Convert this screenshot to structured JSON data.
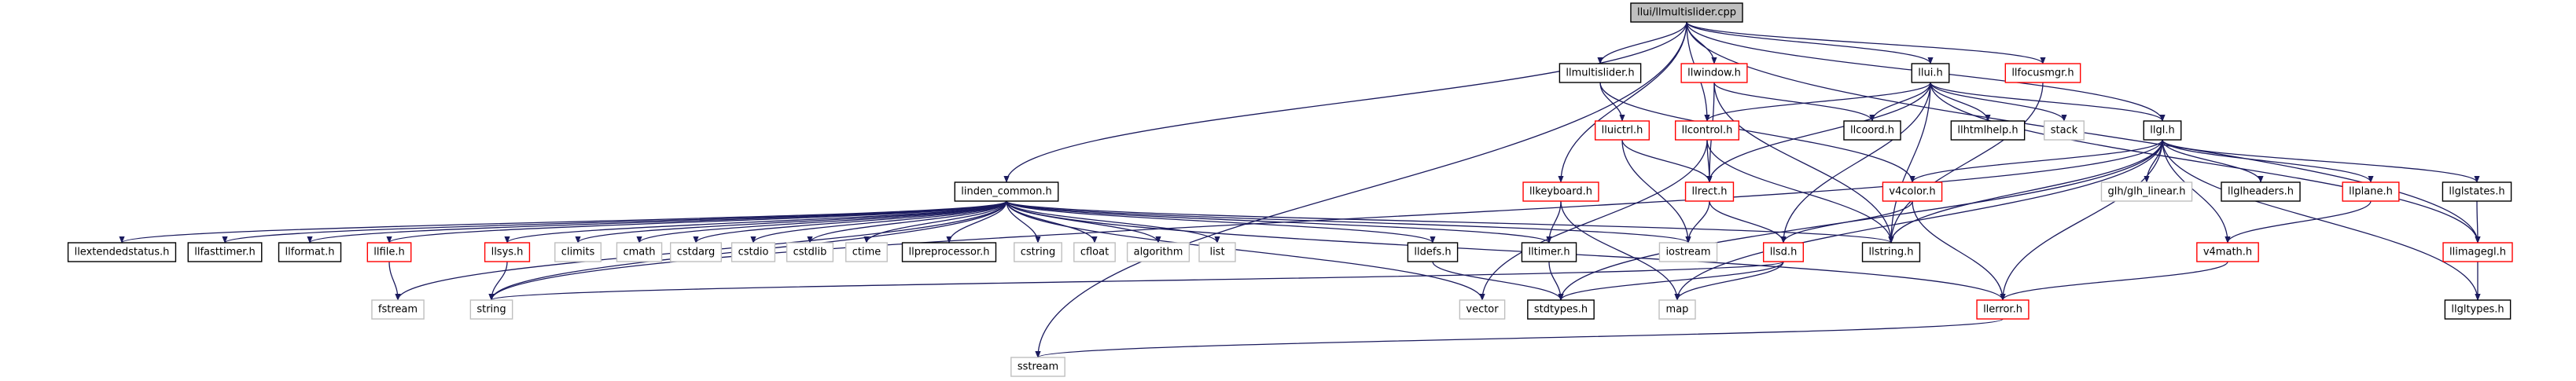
{
  "colors": {
    "root_fill": "#bfbfbf",
    "documented": "#000000",
    "undocumented": "#ff0000",
    "system": "#bfbfbf",
    "edge": "#1b1b5e"
  },
  "nodes": [
    {
      "id": "root",
      "label": "llui/llmultislider.cpp",
      "style": "root"
    },
    {
      "id": "llmultislider_h",
      "label": "llmultislider.h",
      "style": "black"
    },
    {
      "id": "llwindow_h",
      "label": "llwindow.h",
      "style": "red"
    },
    {
      "id": "llui_h",
      "label": "llui.h",
      "style": "black"
    },
    {
      "id": "llfocusmgr_h",
      "label": "llfocusmgr.h",
      "style": "red"
    },
    {
      "id": "lluictrl_h",
      "label": "lluictrl.h",
      "style": "red"
    },
    {
      "id": "llcontrol_h",
      "label": "llcontrol.h",
      "style": "red"
    },
    {
      "id": "llcoord_h",
      "label": "llcoord.h",
      "style": "black"
    },
    {
      "id": "llhtmlhelp_h",
      "label": "llhtmlhelp.h",
      "style": "black"
    },
    {
      "id": "stack",
      "label": "stack",
      "style": "gray"
    },
    {
      "id": "llgl_h",
      "label": "llgl.h",
      "style": "black"
    },
    {
      "id": "linden_common_h",
      "label": "linden_common.h",
      "style": "black"
    },
    {
      "id": "llkeyboard_h",
      "label": "llkeyboard.h",
      "style": "red"
    },
    {
      "id": "llrect_h",
      "label": "llrect.h",
      "style": "red"
    },
    {
      "id": "v4color_h",
      "label": "v4color.h",
      "style": "red"
    },
    {
      "id": "glh_linear_h",
      "label": "glh/glh_linear.h",
      "style": "gray"
    },
    {
      "id": "llglheaders_h",
      "label": "llglheaders.h",
      "style": "black"
    },
    {
      "id": "llplane_h",
      "label": "llplane.h",
      "style": "red"
    },
    {
      "id": "llglstates_h",
      "label": "llglstates.h",
      "style": "black"
    },
    {
      "id": "llextendedstatus_h",
      "label": "llextendedstatus.h",
      "style": "black"
    },
    {
      "id": "llfasttimer_h",
      "label": "llfasttimer.h",
      "style": "black"
    },
    {
      "id": "llformat_h",
      "label": "llformat.h",
      "style": "black"
    },
    {
      "id": "llfile_h",
      "label": "llfile.h",
      "style": "red"
    },
    {
      "id": "llsys_h",
      "label": "llsys.h",
      "style": "red"
    },
    {
      "id": "climits",
      "label": "climits",
      "style": "gray"
    },
    {
      "id": "cmath",
      "label": "cmath",
      "style": "gray"
    },
    {
      "id": "cstdarg",
      "label": "cstdarg",
      "style": "gray"
    },
    {
      "id": "cstdio",
      "label": "cstdio",
      "style": "gray"
    },
    {
      "id": "cstdlib",
      "label": "cstdlib",
      "style": "gray"
    },
    {
      "id": "ctime",
      "label": "ctime",
      "style": "gray"
    },
    {
      "id": "llpreprocessor_h",
      "label": "llpreprocessor.h",
      "style": "black"
    },
    {
      "id": "cstring",
      "label": "cstring",
      "style": "gray"
    },
    {
      "id": "cfloat",
      "label": "cfloat",
      "style": "gray"
    },
    {
      "id": "algorithm",
      "label": "algorithm",
      "style": "gray"
    },
    {
      "id": "list",
      "label": "list",
      "style": "gray"
    },
    {
      "id": "lldefs_h",
      "label": "lldefs.h",
      "style": "black"
    },
    {
      "id": "lltimer_h",
      "label": "lltimer.h",
      "style": "black"
    },
    {
      "id": "iostream",
      "label": "iostream",
      "style": "gray"
    },
    {
      "id": "llsd_h",
      "label": "llsd.h",
      "style": "red"
    },
    {
      "id": "llstring_h",
      "label": "llstring.h",
      "style": "black"
    },
    {
      "id": "v4math_h",
      "label": "v4math.h",
      "style": "red"
    },
    {
      "id": "llimagegl_h",
      "label": "llimagegl.h",
      "style": "red"
    },
    {
      "id": "fstream",
      "label": "fstream",
      "style": "gray"
    },
    {
      "id": "string",
      "label": "string",
      "style": "gray"
    },
    {
      "id": "vector",
      "label": "vector",
      "style": "gray"
    },
    {
      "id": "stdtypes_h",
      "label": "stdtypes.h",
      "style": "black"
    },
    {
      "id": "map",
      "label": "map",
      "style": "gray"
    },
    {
      "id": "llerror_h",
      "label": "llerror.h",
      "style": "red"
    },
    {
      "id": "llgltypes_h",
      "label": "llgltypes.h",
      "style": "black"
    },
    {
      "id": "sstream",
      "label": "sstream",
      "style": "gray"
    }
  ],
  "edges": [
    [
      "root",
      "llmultislider_h"
    ],
    [
      "root",
      "llwindow_h"
    ],
    [
      "root",
      "llui_h"
    ],
    [
      "root",
      "llfocusmgr_h"
    ],
    [
      "root",
      "llgl_h"
    ],
    [
      "root",
      "llkeyboard_h"
    ],
    [
      "root",
      "llcontrol_h"
    ],
    [
      "root",
      "linden_common_h"
    ],
    [
      "root",
      "llimagegl_h"
    ],
    [
      "root",
      "sstream"
    ],
    [
      "llmultislider_h",
      "lluictrl_h"
    ],
    [
      "llmultislider_h",
      "v4color_h"
    ],
    [
      "lluictrl_h",
      "llrect_h"
    ],
    [
      "lluictrl_h",
      "iostream"
    ],
    [
      "llwindow_h",
      "llrect_h"
    ],
    [
      "llwindow_h",
      "llcoord_h"
    ],
    [
      "llwindow_h",
      "llstring_h"
    ],
    [
      "llui_h",
      "llcontrol_h"
    ],
    [
      "llui_h",
      "llcoord_h"
    ],
    [
      "llui_h",
      "llhtmlhelp_h"
    ],
    [
      "llui_h",
      "stack"
    ],
    [
      "llui_h",
      "llgl_h"
    ],
    [
      "llui_h",
      "llimagegl_h"
    ],
    [
      "llui_h",
      "llrect_h"
    ],
    [
      "llui_h",
      "llsd_h"
    ],
    [
      "llui_h",
      "llstring_h"
    ],
    [
      "llfocusmgr_h",
      "llstring_h"
    ],
    [
      "llcontrol_h",
      "llrect_h"
    ],
    [
      "llcontrol_h",
      "llstring_h"
    ],
    [
      "llcontrol_h",
      "vector"
    ],
    [
      "llgl_h",
      "v4color_h"
    ],
    [
      "llgl_h",
      "glh_linear_h"
    ],
    [
      "llgl_h",
      "llglheaders_h"
    ],
    [
      "llgl_h",
      "llplane_h"
    ],
    [
      "llgl_h",
      "llglstates_h"
    ],
    [
      "llgl_h",
      "llgltypes_h"
    ],
    [
      "llgl_h",
      "v4math_h"
    ],
    [
      "llgl_h",
      "llerror_h"
    ],
    [
      "llgl_h",
      "map"
    ],
    [
      "llgl_h",
      "llstring_h"
    ],
    [
      "llgl_h",
      "stdtypes_h"
    ],
    [
      "llgl_h",
      "string"
    ],
    [
      "llkeyboard_h",
      "lltimer_h"
    ],
    [
      "llkeyboard_h",
      "map"
    ],
    [
      "llrect_h",
      "iostream"
    ],
    [
      "llrect_h",
      "llsd_h"
    ],
    [
      "v4color_h",
      "llsd_h"
    ],
    [
      "v4color_h",
      "llerror_h"
    ],
    [
      "llplane_h",
      "v4math_h"
    ],
    [
      "v4math_h",
      "llerror_h"
    ],
    [
      "llglstates_h",
      "llimagegl_h"
    ],
    [
      "llimagegl_h",
      "llgltypes_h"
    ],
    [
      "linden_common_h",
      "llextendedstatus_h"
    ],
    [
      "linden_common_h",
      "llfasttimer_h"
    ],
    [
      "linden_common_h",
      "llformat_h"
    ],
    [
      "linden_common_h",
      "llfile_h"
    ],
    [
      "linden_common_h",
      "llsys_h"
    ],
    [
      "linden_common_h",
      "climits"
    ],
    [
      "linden_common_h",
      "cmath"
    ],
    [
      "linden_common_h",
      "cstdarg"
    ],
    [
      "linden_common_h",
      "cstdio"
    ],
    [
      "linden_common_h",
      "cstdlib"
    ],
    [
      "linden_common_h",
      "ctime"
    ],
    [
      "linden_common_h",
      "llpreprocessor_h"
    ],
    [
      "linden_common_h",
      "cstring"
    ],
    [
      "linden_common_h",
      "cfloat"
    ],
    [
      "linden_common_h",
      "algorithm"
    ],
    [
      "linden_common_h",
      "list"
    ],
    [
      "linden_common_h",
      "lldefs_h"
    ],
    [
      "linden_common_h",
      "lltimer_h"
    ],
    [
      "linden_common_h",
      "iostream"
    ],
    [
      "linden_common_h",
      "llstring_h"
    ],
    [
      "linden_common_h",
      "llerror_h"
    ],
    [
      "linden_common_h",
      "fstream"
    ],
    [
      "linden_common_h",
      "string"
    ],
    [
      "linden_common_h",
      "vector"
    ],
    [
      "llfile_h",
      "fstream"
    ],
    [
      "llsys_h",
      "string"
    ],
    [
      "lldefs_h",
      "stdtypes_h"
    ],
    [
      "lltimer_h",
      "stdtypes_h"
    ],
    [
      "llsd_h",
      "stdtypes_h"
    ],
    [
      "llsd_h",
      "map"
    ],
    [
      "llsd_h",
      "string"
    ],
    [
      "llerror_h",
      "sstream"
    ]
  ]
}
